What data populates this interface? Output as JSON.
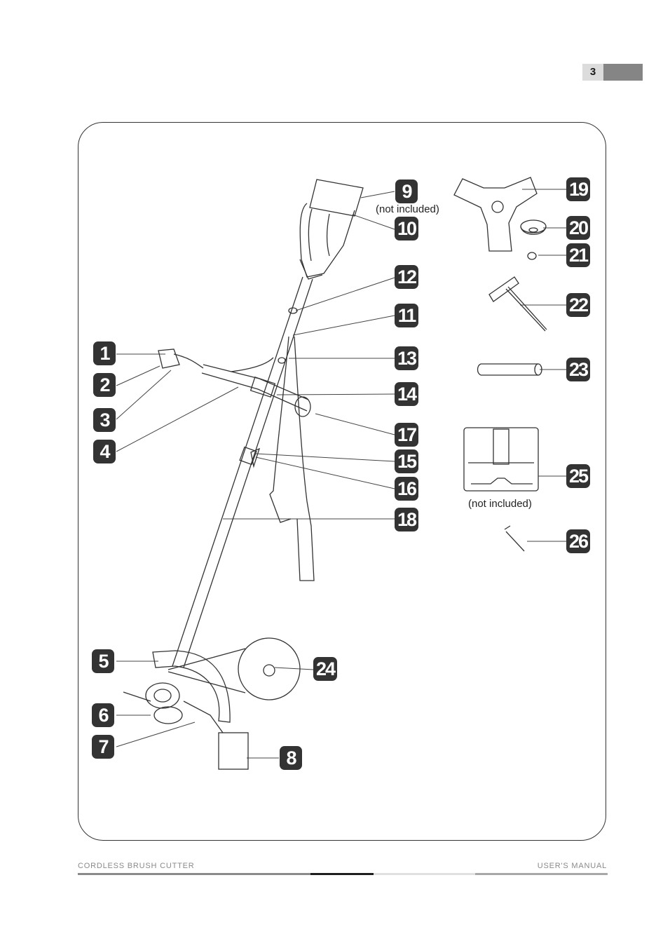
{
  "page": {
    "number": "3",
    "accent_color": "#858585"
  },
  "diagram": {
    "title": "Cordless brush cutter parts overview",
    "callouts": [
      {
        "id": "1",
        "label": "1"
      },
      {
        "id": "2",
        "label": "2"
      },
      {
        "id": "3",
        "label": "3"
      },
      {
        "id": "4",
        "label": "4"
      },
      {
        "id": "5",
        "label": "5"
      },
      {
        "id": "6",
        "label": "6"
      },
      {
        "id": "7",
        "label": "7"
      },
      {
        "id": "8",
        "label": "8"
      },
      {
        "id": "9",
        "label": "9",
        "note": "(not included)"
      },
      {
        "id": "10",
        "label": "10"
      },
      {
        "id": "11",
        "label": "11"
      },
      {
        "id": "12",
        "label": "12"
      },
      {
        "id": "13",
        "label": "13"
      },
      {
        "id": "14",
        "label": "14"
      },
      {
        "id": "15",
        "label": "15"
      },
      {
        "id": "16",
        "label": "16"
      },
      {
        "id": "17",
        "label": "17"
      },
      {
        "id": "18",
        "label": "18"
      },
      {
        "id": "19",
        "label": "19"
      },
      {
        "id": "20",
        "label": "20"
      },
      {
        "id": "21",
        "label": "21"
      },
      {
        "id": "22",
        "label": "22"
      },
      {
        "id": "23",
        "label": "23"
      },
      {
        "id": "24",
        "label": "24"
      },
      {
        "id": "25",
        "label": "25",
        "note": "(not included)"
      },
      {
        "id": "26",
        "label": "26"
      }
    ],
    "badge_color": "#333333"
  },
  "footer": {
    "left": "CORDLESS BRUSH CUTTER",
    "right": "USER'S MANUAL"
  }
}
